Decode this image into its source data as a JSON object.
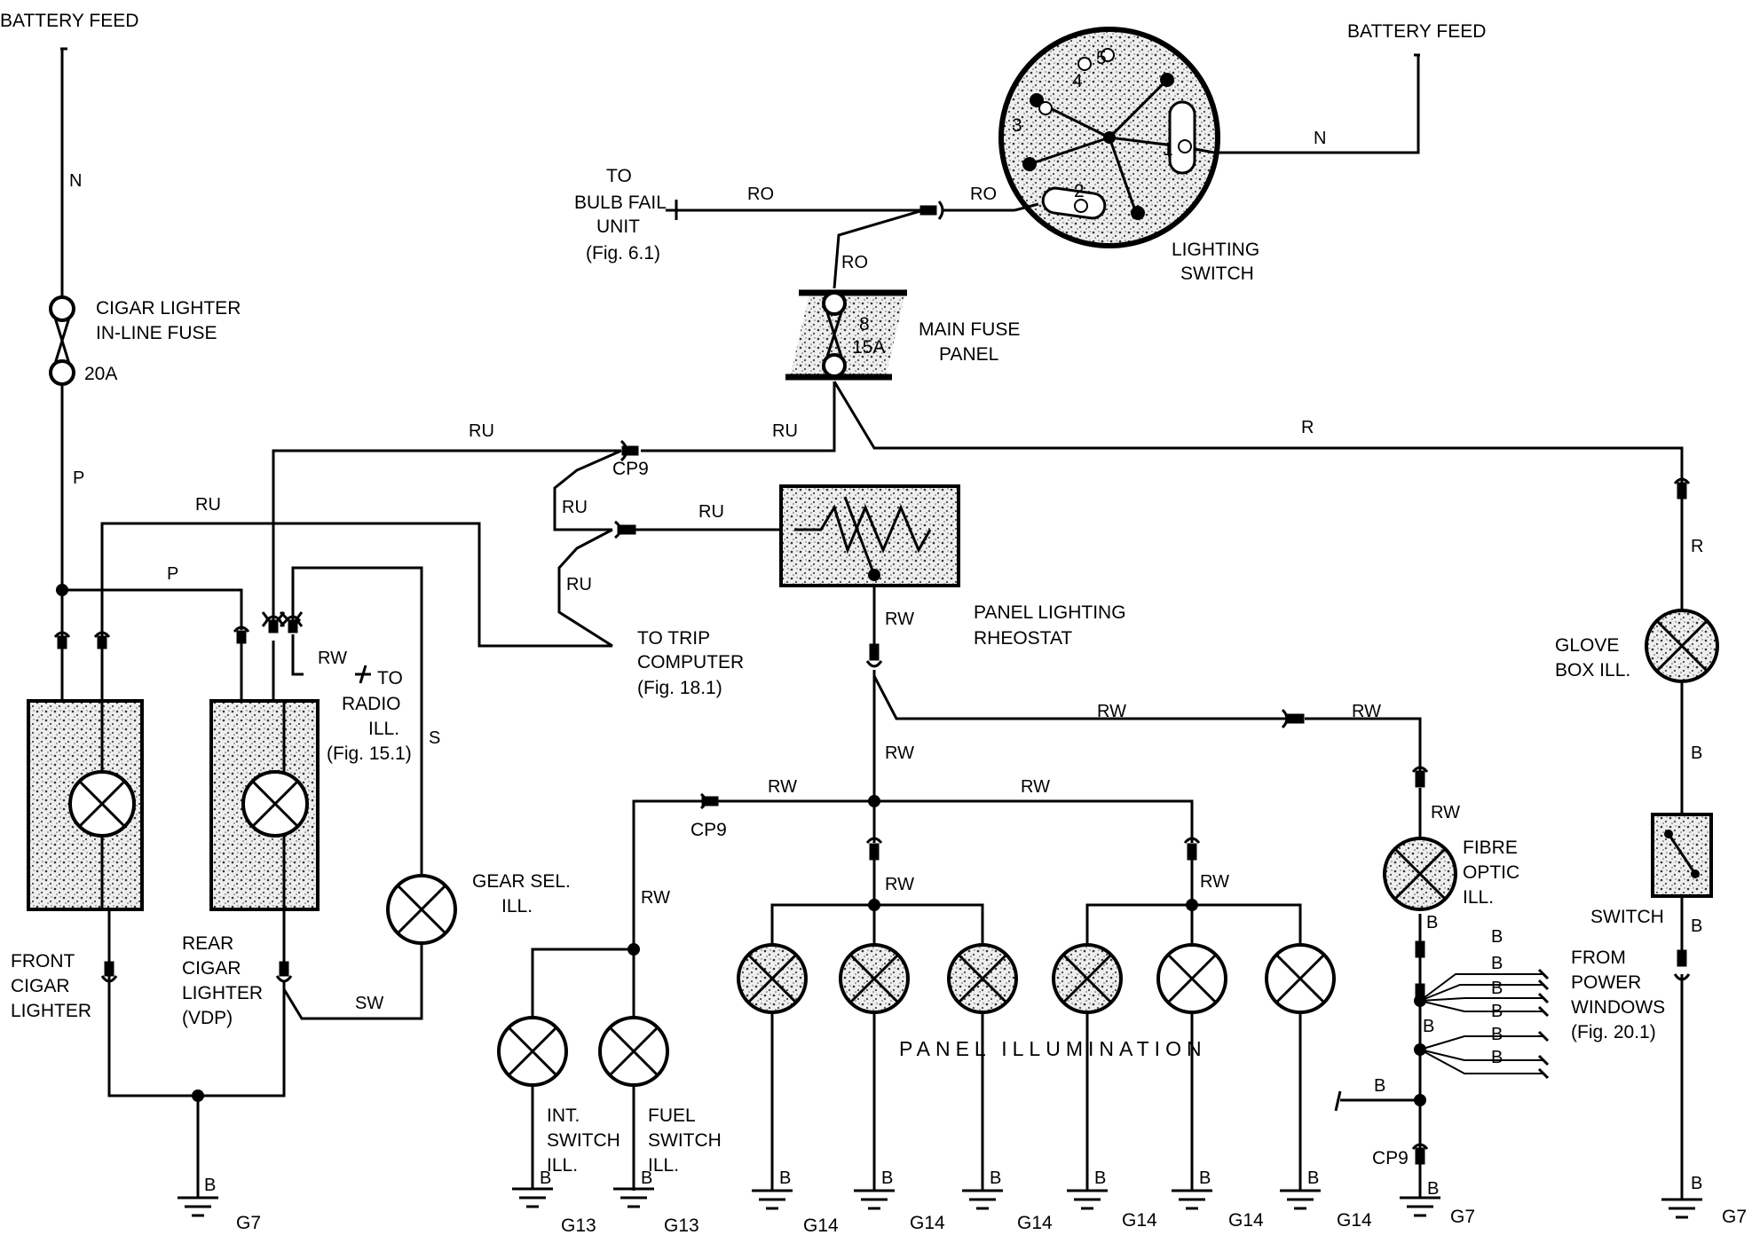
{
  "labels": {
    "battery_feed_left": "BATTERY FEED",
    "battery_feed_right": "BATTERY FEED",
    "to": "TO",
    "bulb_fail_unit": "BULB FAIL",
    "bulb_fail_unit2": "UNIT",
    "fig_6_1": "(Fig. 6.1)",
    "lighting_switch_1": "LIGHTING",
    "lighting_switch_2": "SWITCH",
    "main_fuse_1": "MAIN FUSE",
    "main_fuse_2": "PANEL",
    "fuse_num": "8",
    "fuse_amp": "15A",
    "cigar_fuse_1": "CIGAR LIGHTER",
    "cigar_fuse_2": "IN-LINE FUSE",
    "cigar_fuse_amp": "20A",
    "cp9": "CP9",
    "rheostat_1": "PANEL LIGHTING",
    "rheostat_2": "RHEOSTAT",
    "to_trip": "TO  TRIP",
    "computer": "COMPUTER",
    "fig_18_1": "(Fig. 18.1)",
    "to_radio_to": "TO",
    "radio": "RADIO",
    "ill": "ILL.",
    "fig_15_1": "(Fig. 15.1)",
    "gear_sel_1": "GEAR SEL.",
    "gear_sel_2": "ILL.",
    "front_1": "FRONT",
    "front_2": "CIGAR",
    "front_3": "LIGHTER",
    "rear_1": "REAR",
    "rear_2": "CIGAR",
    "rear_3": "LIGHTER",
    "rear_4": "(VDP)",
    "glove_1": "GLOVE",
    "glove_2": "BOX ILL.",
    "fibre_1": "FIBRE",
    "fibre_2": "OPTIC",
    "fibre_3": "ILL.",
    "switch": "SWITCH",
    "from_1": "FROM",
    "from_2": "POWER",
    "from_3": "WINDOWS",
    "from_4": "(Fig. 20.1)",
    "int_1": "INT.",
    "int_2": "SWITCH",
    "int_3": "ILL.",
    "fuel_1": "FUEL",
    "fuel_2": "SWITCH",
    "fuel_3": "ILL.",
    "panel_illumination": "PANEL ILLUMINATION",
    "sw_1": "1",
    "sw_2": "2",
    "sw_3": "3",
    "sw_4": "4",
    "sw_5": "5"
  },
  "wires": {
    "N": "N",
    "P": "P",
    "RU": "RU",
    "RO": "RO",
    "R": "R",
    "RW": "RW",
    "S": "S",
    "SW": "SW",
    "B": "B"
  },
  "grounds": {
    "G7": "G7",
    "G13": "G13",
    "G14": "G14"
  }
}
